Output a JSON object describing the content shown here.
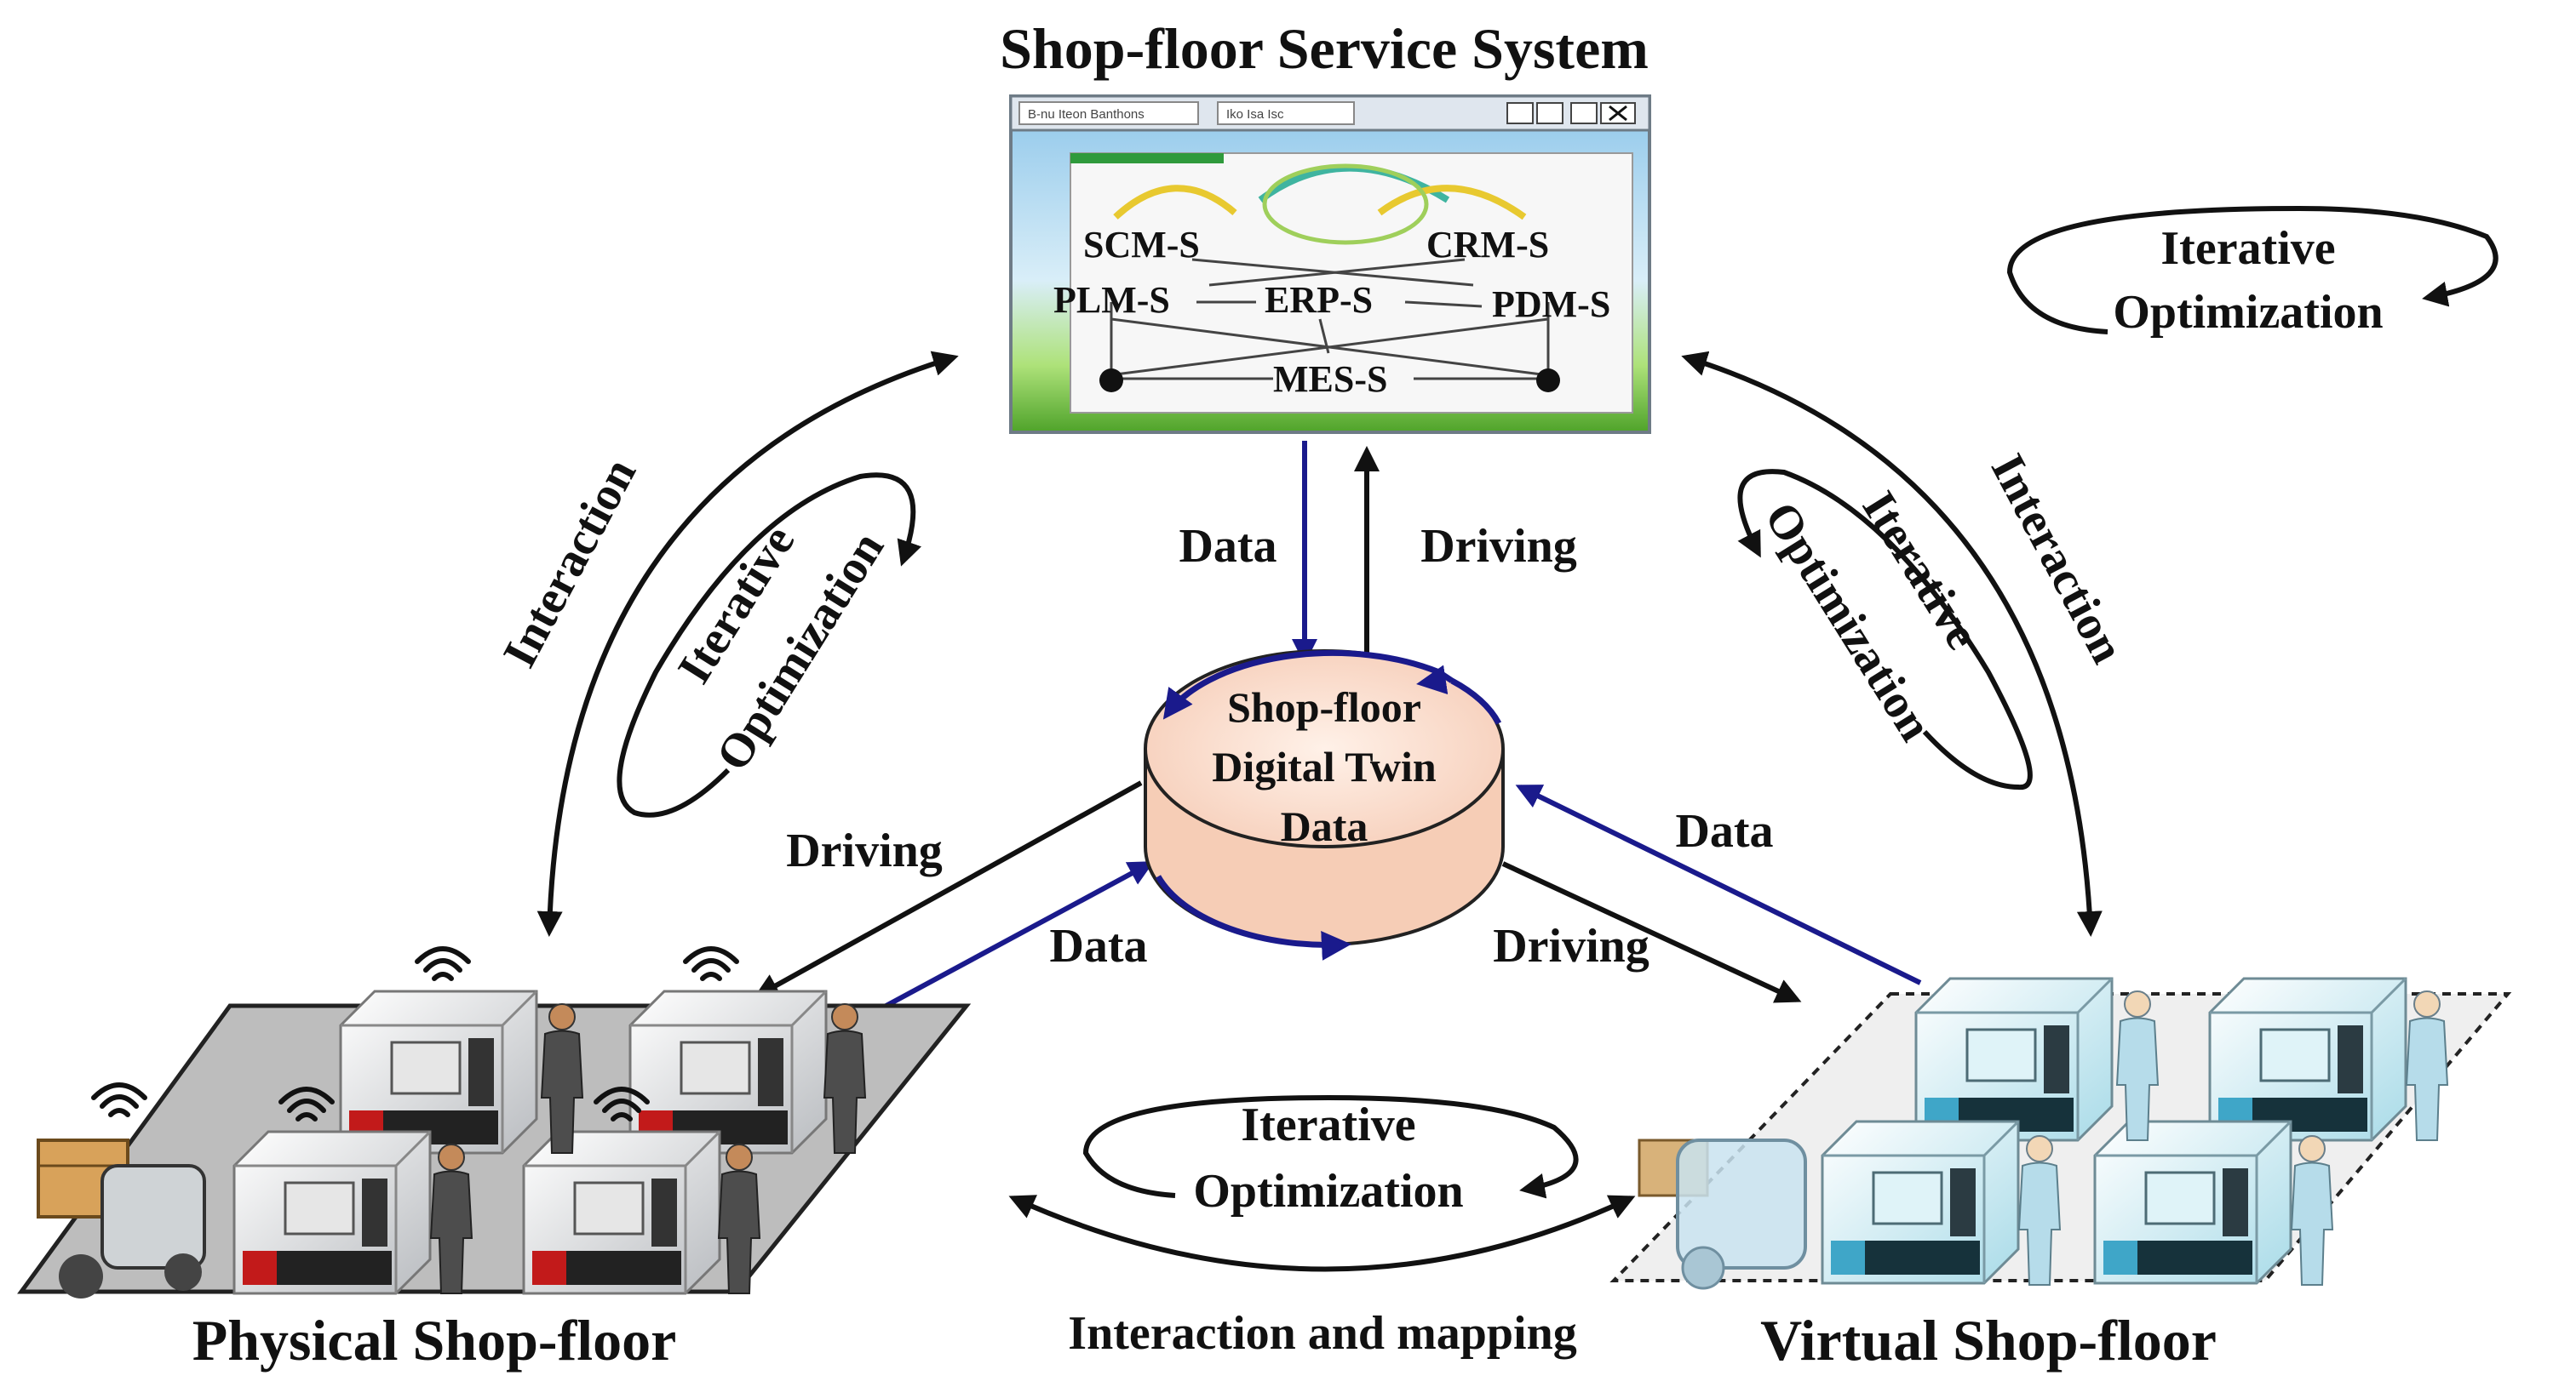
{
  "service_system": {
    "title": "Shop-floor Service System",
    "window": {
      "menu_left": "B-nu Iteon  Banthons",
      "menu_mid": "Iko  Isa  Isc",
      "nodes": [
        "SCM-S",
        "CRM-S",
        "PLM-S",
        "ERP-S",
        "PDM-S",
        "MES-S"
      ]
    }
  },
  "digital_twin": {
    "lines": [
      "Shop-floor",
      "Digital Twin",
      "Data"
    ]
  },
  "physical": {
    "title": "Physical Shop-floor"
  },
  "virtual": {
    "title": "Virtual Shop-floor"
  },
  "links": {
    "interaction": "Interaction",
    "iterative": [
      "Iterative",
      "Optimization"
    ],
    "data": "Data",
    "driving": "Driving",
    "interaction_mapping": "Interaction and mapping"
  },
  "colors": {
    "blue_arrow": "#1a1a8c",
    "black_arrow": "#111111",
    "cylinder_fill": "#fbe0d0"
  }
}
